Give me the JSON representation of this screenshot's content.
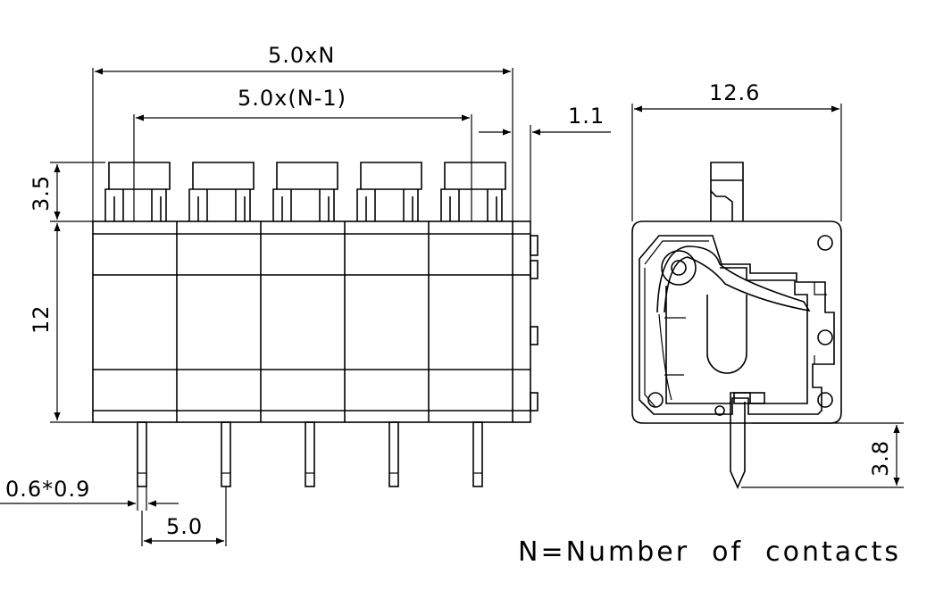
{
  "dimensions": {
    "total_width": "5.0xN",
    "pitch_span": "5.0x(N-1)",
    "overhang": "1.1",
    "side_width": "12.6",
    "lever_height": "3.5",
    "body_height": "12",
    "pin_section": "0.6*0.9",
    "pin_pitch": "5.0",
    "pin_length": "3.8"
  },
  "note": "N=Number  of  contacts"
}
